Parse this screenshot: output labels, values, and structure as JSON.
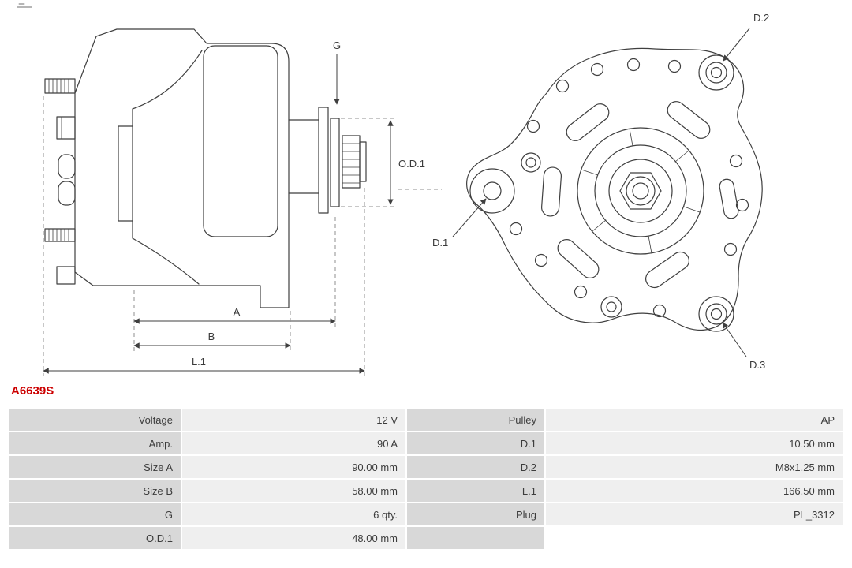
{
  "part_number": "A6639S",
  "diagram": {
    "side_view_labels": {
      "g": "G",
      "od1": "O.D.1",
      "a": "A",
      "b": "B",
      "l1": "L.1"
    },
    "front_view_labels": {
      "d1": "D.1",
      "d2": "D.2",
      "d3": "D.3"
    }
  },
  "table": {
    "rows": [
      {
        "l1": "Voltage",
        "v1": "12 V",
        "l2": "Pulley",
        "v2": "AP"
      },
      {
        "l1": "Amp.",
        "v1": "90 A",
        "l2": "D.1",
        "v2": "10.50 mm"
      },
      {
        "l1": "Size A",
        "v1": "90.00 mm",
        "l2": "D.2",
        "v2": "M8x1.25 mm"
      },
      {
        "l1": "Size B",
        "v1": "58.00 mm",
        "l2": "L.1",
        "v2": "166.50 mm"
      },
      {
        "l1": "G",
        "v1": "6 qty.",
        "l2": "Plug",
        "v2": "PL_3312"
      },
      {
        "l1": "O.D.1",
        "v1": "48.00 mm",
        "l2": "",
        "v2": ""
      }
    ]
  },
  "colors": {
    "accent_red": "#cc0000",
    "cell_label_bg": "#d8d8d8",
    "cell_value_bg": "#efefef",
    "line_color": "#3f3f3f"
  }
}
